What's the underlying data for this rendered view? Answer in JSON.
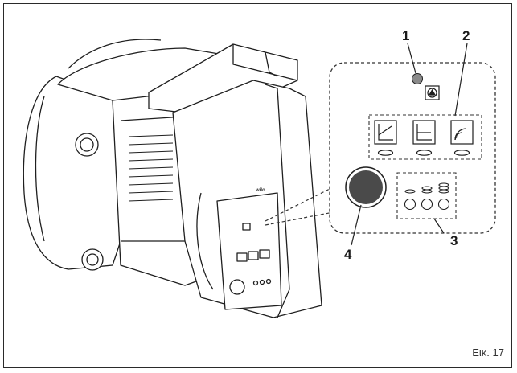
{
  "callouts": [
    {
      "id": "1",
      "label": "1"
    },
    {
      "id": "2",
      "label": "2"
    },
    {
      "id": "3",
      "label": "3"
    },
    {
      "id": "4",
      "label": "4"
    }
  ],
  "brand_mark": "wilo",
  "figure_caption": "Εικ. 17",
  "colors": {
    "line": "#1f1f1f",
    "led": "#8a8a8a",
    "button": "#4a4a4a",
    "dashed": "#333333"
  }
}
